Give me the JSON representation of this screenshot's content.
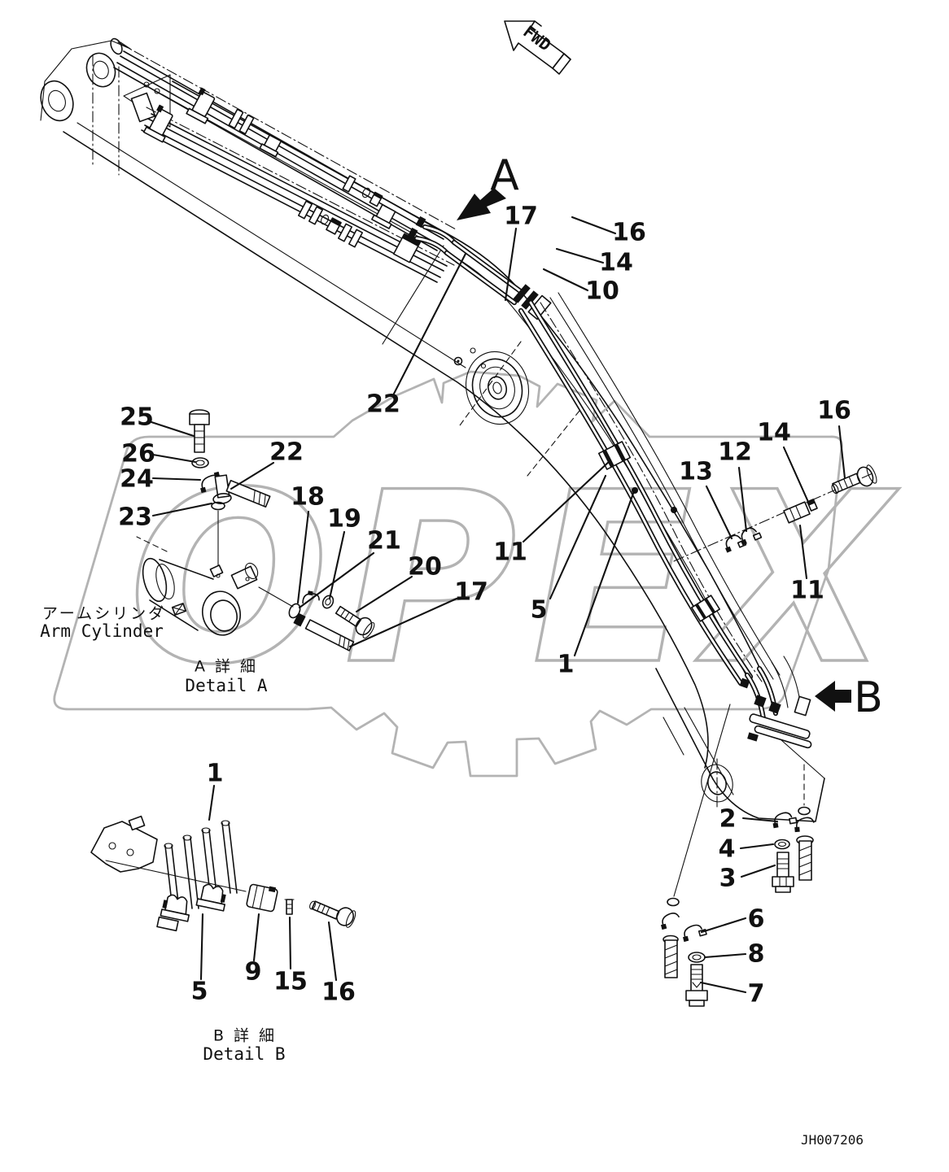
{
  "drawing": {
    "code": "JH007206",
    "fwd_label": "FWD",
    "view_a": "A",
    "view_b": "B"
  },
  "captions": {
    "arm_cylinder_ja": "アームシリンダ",
    "arm_cylinder_en": "Arm Cylinder",
    "detail_a_ja": "A 詳 細",
    "detail_a_en": "Detail A",
    "detail_b_ja": "B 詳 細",
    "detail_b_en": "Detail B"
  },
  "watermark": {
    "text": "OPEX"
  },
  "colors": {
    "line": "#111111",
    "watermark": "#b3b3b3",
    "background": "#ffffff"
  },
  "callouts": [
    {
      "text": "17"
    },
    {
      "text": "16"
    },
    {
      "text": "14"
    },
    {
      "text": "10"
    },
    {
      "text": "22"
    },
    {
      "text": "25"
    },
    {
      "text": "26"
    },
    {
      "text": "24"
    },
    {
      "text": "22"
    },
    {
      "text": "23"
    },
    {
      "text": "18"
    },
    {
      "text": "19"
    },
    {
      "text": "21"
    },
    {
      "text": "20"
    },
    {
      "text": "17"
    },
    {
      "text": "11"
    },
    {
      "text": "5"
    },
    {
      "text": "13"
    },
    {
      "text": "12"
    },
    {
      "text": "14"
    },
    {
      "text": "16"
    },
    {
      "text": "11"
    },
    {
      "text": "1"
    },
    {
      "text": "2"
    },
    {
      "text": "4"
    },
    {
      "text": "3"
    },
    {
      "text": "6"
    },
    {
      "text": "8"
    },
    {
      "text": "7"
    },
    {
      "text": "1"
    },
    {
      "text": "5"
    },
    {
      "text": "9"
    },
    {
      "text": "15"
    },
    {
      "text": "16"
    }
  ]
}
